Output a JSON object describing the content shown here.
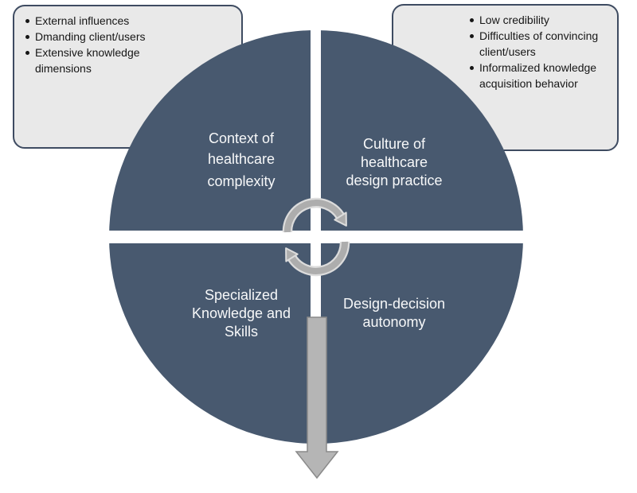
{
  "callouts": {
    "left": {
      "items": [
        "External influences",
        "Dmanding client/users",
        "Extensive knowledge dimensions"
      ]
    },
    "right": {
      "items": [
        "Low credibility",
        "Difficulties of convincing client/users",
        "Informalized knowledge acquisition behavior"
      ]
    }
  },
  "quadrants": {
    "top_left": {
      "lines": [
        "Context of",
        "healthcare",
        "complexity"
      ]
    },
    "top_right": {
      "lines": [
        "Culture of",
        "healthcare",
        "design practice"
      ]
    },
    "bottom_left": {
      "lines": [
        "Specialized",
        "Knowledge and",
        "Skills"
      ]
    },
    "bottom_right": {
      "lines": [
        "Design-decision",
        "autonomy"
      ]
    }
  },
  "colors": {
    "circle_fill": "#48596f",
    "callout_fill": "#e9e9e9",
    "callout_border": "#3e4b61",
    "callout_text": "#161616",
    "quadrant_text": "#f7f8f9",
    "cycle_gray": "#adadad",
    "cycle_outline": "#dcdcdc",
    "arrow_gray": "#b5b5b5",
    "arrow_border": "#8a8a8a"
  }
}
